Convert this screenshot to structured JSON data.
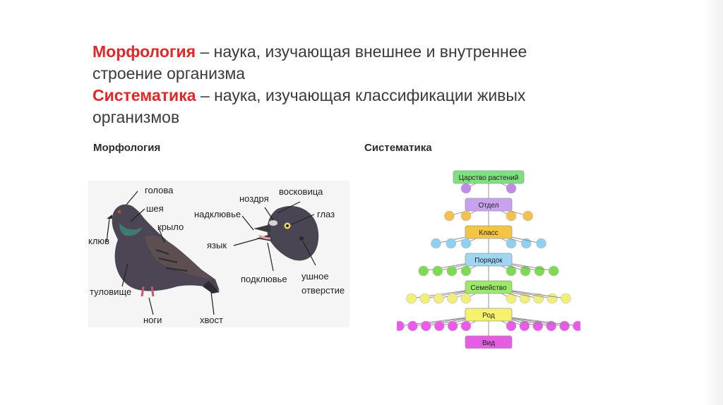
{
  "definitions": [
    {
      "term": "Морфология",
      "text": " – наука, изучающая внешнее и внутреннее",
      "cont": "строение организма"
    },
    {
      "term": "Систематика",
      "text": " – наука, изучающая классификации живых",
      "cont": "организмов"
    }
  ],
  "morphology": {
    "heading": "Морфология",
    "bird_labels": [
      "голова",
      "шея",
      "крыло",
      "клюв",
      "туловище",
      "ноги",
      "хвост"
    ],
    "head_labels": [
      "ноздря",
      "восковица",
      "надклювье",
      "глаз",
      "язык",
      "подклювье",
      "ушное",
      "отверстие"
    ]
  },
  "systematics": {
    "heading": "Систематика",
    "ranks": [
      {
        "label": "Царство растений",
        "color": "#7fe07f",
        "dots": 2,
        "dotColor": "#c08be8"
      },
      {
        "label": "Отдел",
        "color": "#c8a2ee",
        "dots": 4,
        "dotColor": "#f2c14e"
      },
      {
        "label": "Класс",
        "color": "#f4c542",
        "dots": 6,
        "dotColor": "#8fd0ef"
      },
      {
        "label": "Порядок",
        "color": "#9fd6f2",
        "dots": 8,
        "dotColor": "#7ed957"
      },
      {
        "label": "Семейство",
        "color": "#9be86a",
        "dots": 10,
        "dotColor": "#f1ee7a"
      },
      {
        "label": "Род",
        "color": "#f6f26a",
        "dots": 12,
        "dotColor": "#e95be9"
      },
      {
        "label": "Вид",
        "color": "#e45de4",
        "dots": 0,
        "dotColor": ""
      }
    ]
  }
}
